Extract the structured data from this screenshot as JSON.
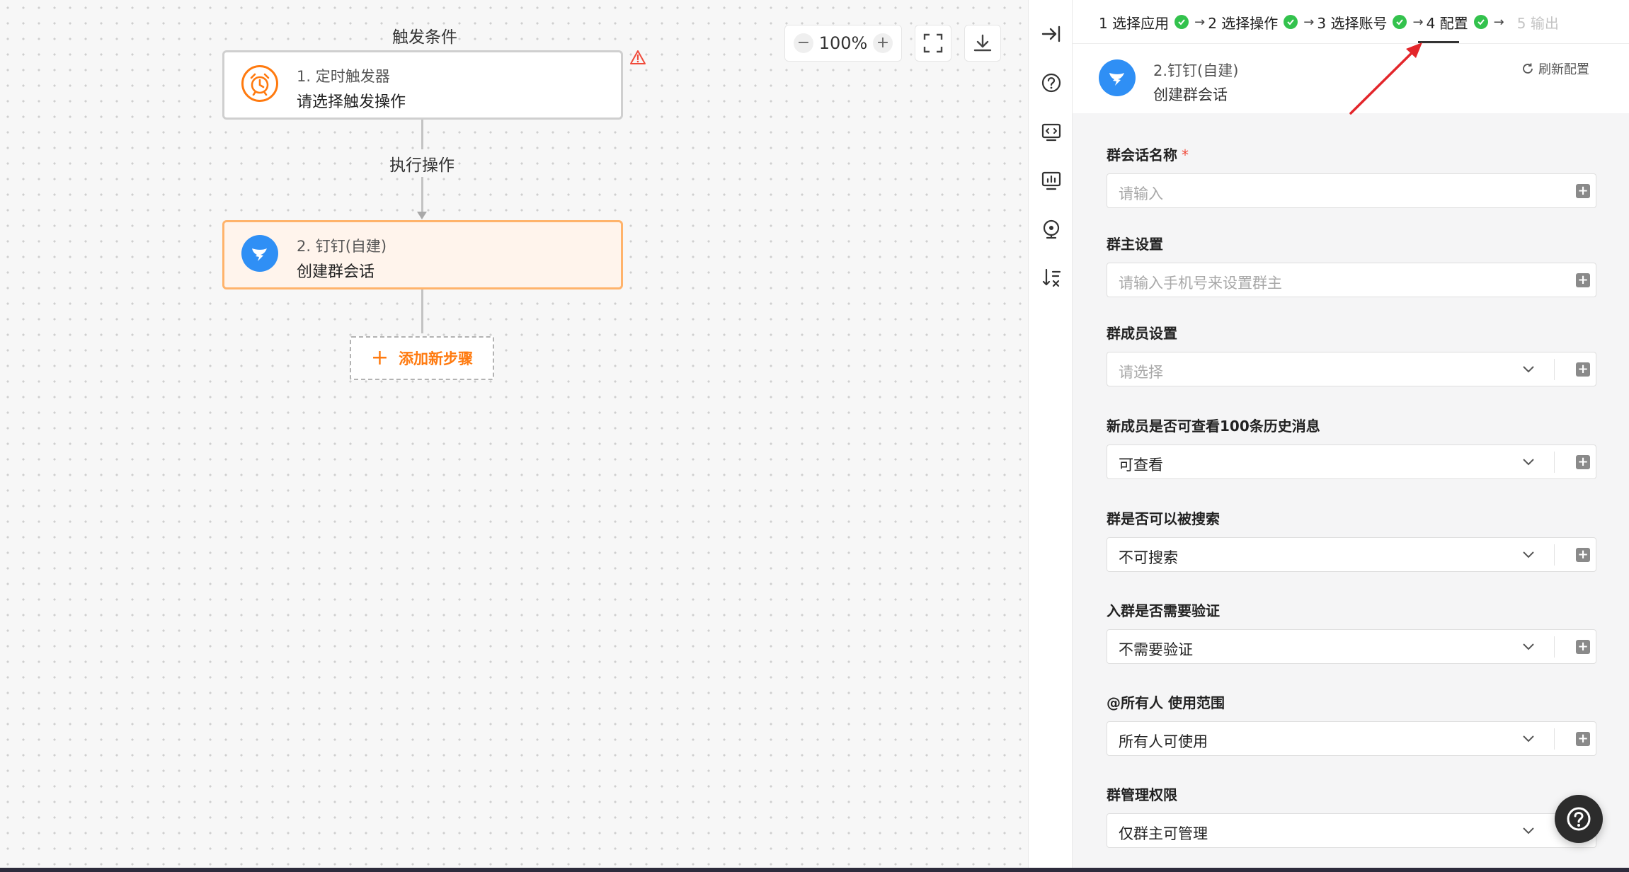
{
  "canvas": {
    "trigger_section_label": "触发条件",
    "action_section_label": "执行操作",
    "zoom": {
      "level": "100%",
      "minus": "−",
      "plus": "+"
    },
    "nodes": [
      {
        "title": "1. 定时触发器",
        "subtitle": "请选择触发操作",
        "icon": "alarm-clock-icon",
        "color": "#ff7a0f"
      },
      {
        "title": "2. 钉钉(自建)",
        "subtitle": "创建群会话",
        "icon": "dingtalk-icon",
        "color": "#2f8ff5"
      }
    ],
    "add_step": {
      "icon": "+",
      "label": "添加新步骤"
    }
  },
  "rail": {
    "icons": [
      "collapse-right-icon",
      "help-circle-icon",
      "code-icon",
      "chart-icon",
      "location-icon",
      "sort-icon"
    ]
  },
  "panel": {
    "steps": [
      {
        "label": "1 选择应用",
        "done": true
      },
      {
        "label": "2 选择操作",
        "done": true
      },
      {
        "label": "3 选择账号",
        "done": true
      },
      {
        "label": "4 配置",
        "done": true
      },
      {
        "label": "5 输出",
        "done": false
      }
    ],
    "app": {
      "title": "2.钉钉(自建)",
      "subtitle": "创建群会话"
    },
    "refresh_label": "刷新配置",
    "fields": [
      {
        "label": "群会话名称",
        "required": "*",
        "type": "input",
        "placeholder": "请输入",
        "value": ""
      },
      {
        "label": "群主设置",
        "type": "input",
        "placeholder": "请输入手机号来设置群主",
        "value": ""
      },
      {
        "label": "群成员设置",
        "type": "select",
        "placeholder": "请选择",
        "value": ""
      },
      {
        "label": "新成员是否可查看100条历史消息",
        "type": "select",
        "value": "可查看"
      },
      {
        "label": "群是否可以被搜索",
        "type": "select",
        "value": "不可搜索"
      },
      {
        "label": "入群是否需要验证",
        "type": "select",
        "value": "不需要验证"
      },
      {
        "label": "@所有人 使用范围",
        "type": "select",
        "value": "所有人可使用"
      },
      {
        "label": "群管理权限",
        "type": "select",
        "value": "仅群主可管理"
      }
    ]
  },
  "colors": {
    "accent": "#ff7a0f",
    "success": "#33c24d",
    "dingtalk": "#2f8ff5",
    "warning": "#f04a3a"
  }
}
